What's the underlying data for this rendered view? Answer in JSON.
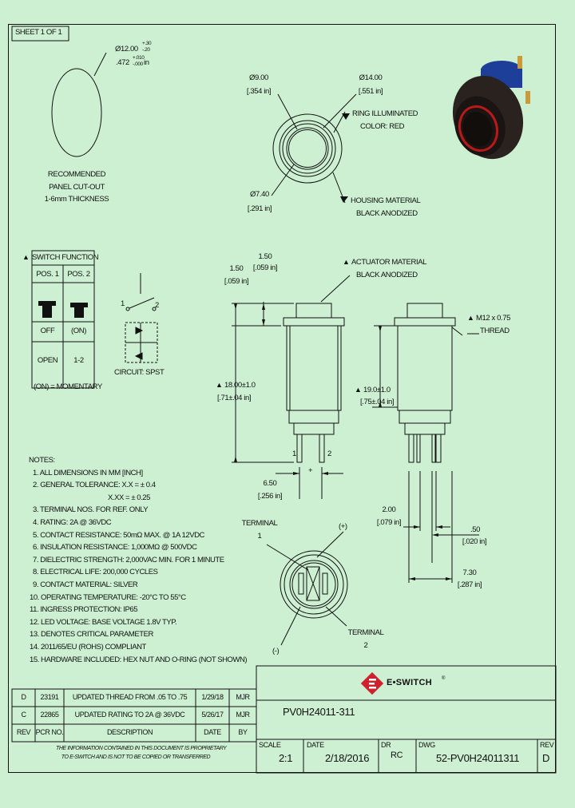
{
  "sheet_label": "SHEET 1 OF 1",
  "panel": {
    "dim_mm": "Ø12.00",
    "tol_mm_plus": "+.30",
    "tol_mm_minus": "-.20",
    "dim_in": ".472",
    "tol_in_plus": "+.010",
    "tol_in_minus": "-.000",
    "dim_in_unit": "in",
    "caption": [
      "RECOMMENDED",
      "PANEL CUT-OUT",
      "1-6mm THICKNESS"
    ]
  },
  "front": {
    "d1_mm": "Ø9.00",
    "d1_in": "[.354 in]",
    "d2_mm": "Ø14.00",
    "d2_in": "[.551 in]",
    "d3_mm": "Ø7.40",
    "d3_in": "[.291 in]",
    "ring_label": [
      "RING ILLUMINATED",
      "COLOR: RED"
    ],
    "housing_label": [
      "HOUSING MATERIAL",
      "BLACK ANODIZED"
    ]
  },
  "switch_table": {
    "header": "SWITCH FUNCTION",
    "cols": [
      "POS. 1",
      "POS. 2"
    ],
    "state_row": [
      "OFF",
      "(ON)"
    ],
    "contact_row": [
      "OPEN",
      "1-2"
    ],
    "footnote": "(ON) = MOMENTARY"
  },
  "circuit": {
    "pin1": "1",
    "pin2": "2",
    "label": "CIRCUIT: SPST"
  },
  "side": {
    "cap_mm": "1.50",
    "cap_in": "[.059 in]",
    "top_mm": "1.50",
    "top_in": "[.059 in]",
    "actuator_label": [
      "ACTUATOR MATERIAL",
      "BLACK ANODIZED"
    ],
    "height_mm": "18.00±1.0",
    "height_in": "[.71±.04 in]",
    "term1": "1",
    "term2": "2",
    "pitch_mm": "6.50",
    "pitch_in": "[.256 in]"
  },
  "side2": {
    "thread_label": [
      "M12 x 0.75",
      "THREAD"
    ],
    "height_mm": "19.0±1.0",
    "height_in": "[.75±.04 in]",
    "w1_mm": "2.00",
    "w1_in": "[.079 in]",
    "w2_mm": ".50",
    "w2_in": "[.020 in]",
    "w3_mm": "7.30",
    "w3_in": "[.287 in]"
  },
  "bottom": {
    "terminal1": [
      "TERMINAL",
      "1"
    ],
    "plus": "(+)",
    "minus": "(-)",
    "terminal2": [
      "TERMINAL",
      "2"
    ]
  },
  "notes": {
    "title": "NOTES:",
    "items": [
      "1. ALL DIMENSIONS IN MM [INCH]",
      "2. GENERAL TOLERANCE: X.X = ± 0.4",
      "X.XX = ± 0.25",
      "3. TERMINAL NOS. FOR REF. ONLY",
      "4. RATING: 2A @ 36VDC",
      "5. CONTACT RESISTANCE: 50mΩ MAX. @ 1A 12VDC",
      "6. INSULATION RESISTANCE: 1,000MΩ @ 500VDC",
      "7. DIELECTRIC STRENGTH: 2,000VAC MIN. FOR 1 MINUTE",
      "8. ELECTRICAL LIFE: 200,000 CYCLES",
      "9. CONTACT MATERIAL: SILVER",
      "10. OPERATING TEMPERATURE: -20°C TO 55°C",
      "11. INGRESS PROTECTION: IP65",
      "12. LED VOLTAGE: BASE VOLTAGE 1.8V TYP.",
      "13. DENOTES CRITICAL PARAMETER",
      "14. 2011/65/EU (ROHS) COMPLIANT",
      "15. HARDWARE INCLUDED: HEX NUT AND O-RING (NOT SHOWN)"
    ]
  },
  "revisions": {
    "rows": [
      {
        "rev": "D",
        "pcr": "23191",
        "desc": "UPDATED THREAD FROM .05 TO .75",
        "date": "1/29/18",
        "by": "MJR"
      },
      {
        "rev": "C",
        "pcr": "22865",
        "desc": "UPDATED RATING TO 2A @ 36VDC",
        "date": "5/26/17",
        "by": "MJR"
      }
    ],
    "header": {
      "rev": "REV",
      "pcr": "PCR NO.",
      "desc": "DESCRIPTION",
      "date": "DATE",
      "by": "BY"
    }
  },
  "disclaimer": [
    "THE INFORMATION CONTAINED IN THIS DOCUMENT IS PROPRIETARY",
    "TO E-SWITCH AND IS NOT TO BE COPIED OR TRANSFERRED"
  ],
  "title_block": {
    "brand": "E•SWITCH",
    "brand_mark": "®",
    "part": "PV0H24011-311",
    "scale_label": "SCALE",
    "scale": "2:1",
    "date_label": "DATE",
    "date": "2/18/2016",
    "dr_label": "DR",
    "dr": "RC",
    "dwg_label": "DWG",
    "dwg": "52-PV0H24011311",
    "rev_label": "REV",
    "rev": "D"
  },
  "colors": {
    "background": "#cdf0d2",
    "brand_red": "#d0202e",
    "cap_blue": "#1d3f9a",
    "ring_red": "#b81a1a"
  }
}
